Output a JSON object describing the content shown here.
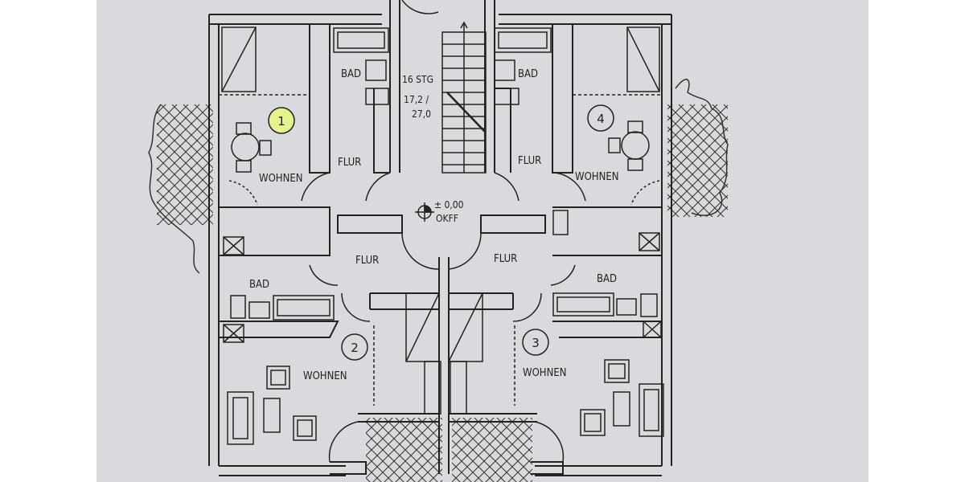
{
  "units": [
    {
      "number": "1",
      "highlight": "#e6f28c"
    },
    {
      "number": "2",
      "highlight": ""
    },
    {
      "number": "3",
      "highlight": ""
    },
    {
      "number": "4",
      "highlight": ""
    }
  ],
  "rooms": {
    "wohnen": "WOHNEN",
    "bad": "BAD",
    "flur": "FLUR"
  },
  "stair": {
    "steps": "16 STG",
    "ratio_top": "17,2 /",
    "ratio_bottom": "27,0"
  },
  "level": {
    "value": "± 0,00",
    "reference": "OKFF"
  },
  "colors": {
    "paper": "#d9dadd",
    "ink": "#222222",
    "background": "#ffffff"
  }
}
